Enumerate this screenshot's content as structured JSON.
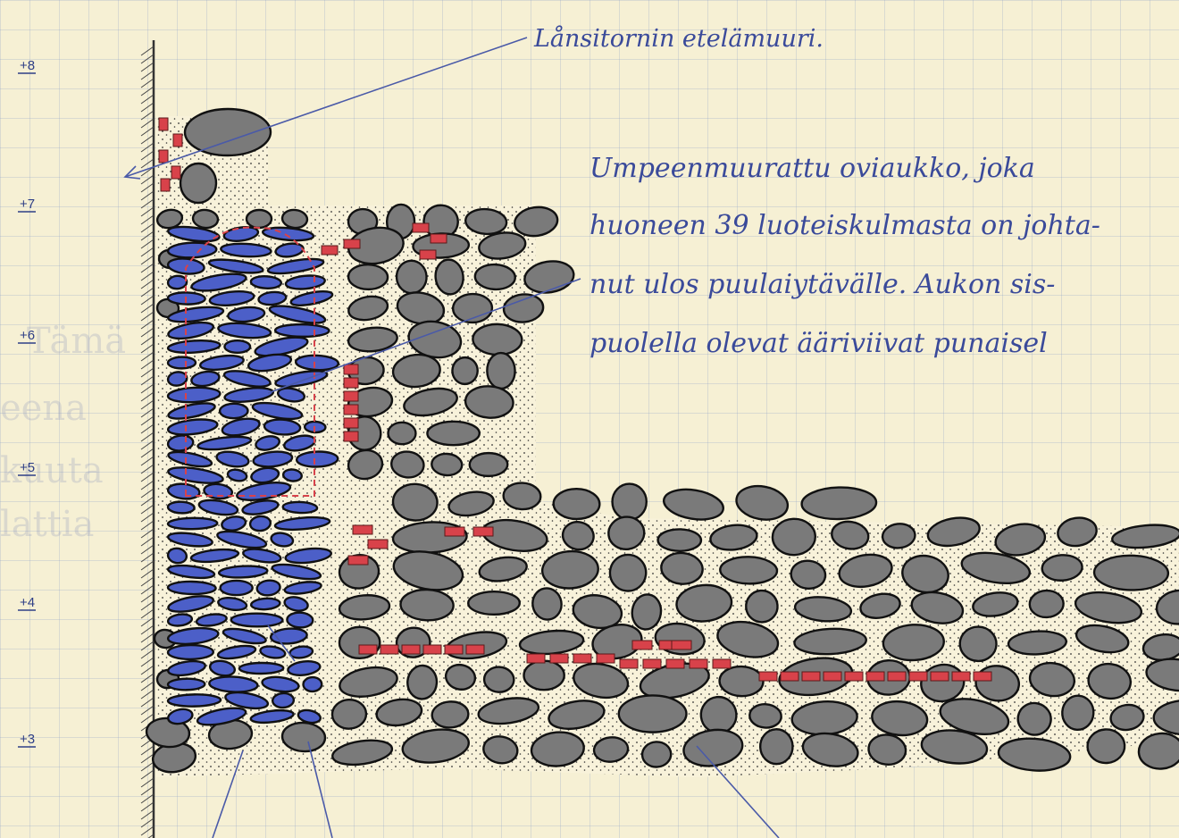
{
  "title_label": "Lånsitornin etelämuuri.",
  "note_lines": [
    "Umpeenmuurattu oviaukko, joka",
    "huoneen 39 luoteiskulmasta on johta-",
    "nut ulos puulaiytävälle. Aukon sis-",
    "puolella olevat ääriviivat punaisel"
  ],
  "scale_labels": [
    "+8",
    "+7",
    "+6",
    "+5",
    "+4",
    "+3"
  ],
  "background_show_through": [
    "Tämä",
    "eena",
    "kuuta",
    "lattia"
  ],
  "colors": {
    "paper": "#f6f0d4",
    "ink": "#3a4a9a",
    "stone": "#6f6f6f",
    "blue_stone": "#4c5fc8",
    "brick": "#d8424a"
  }
}
